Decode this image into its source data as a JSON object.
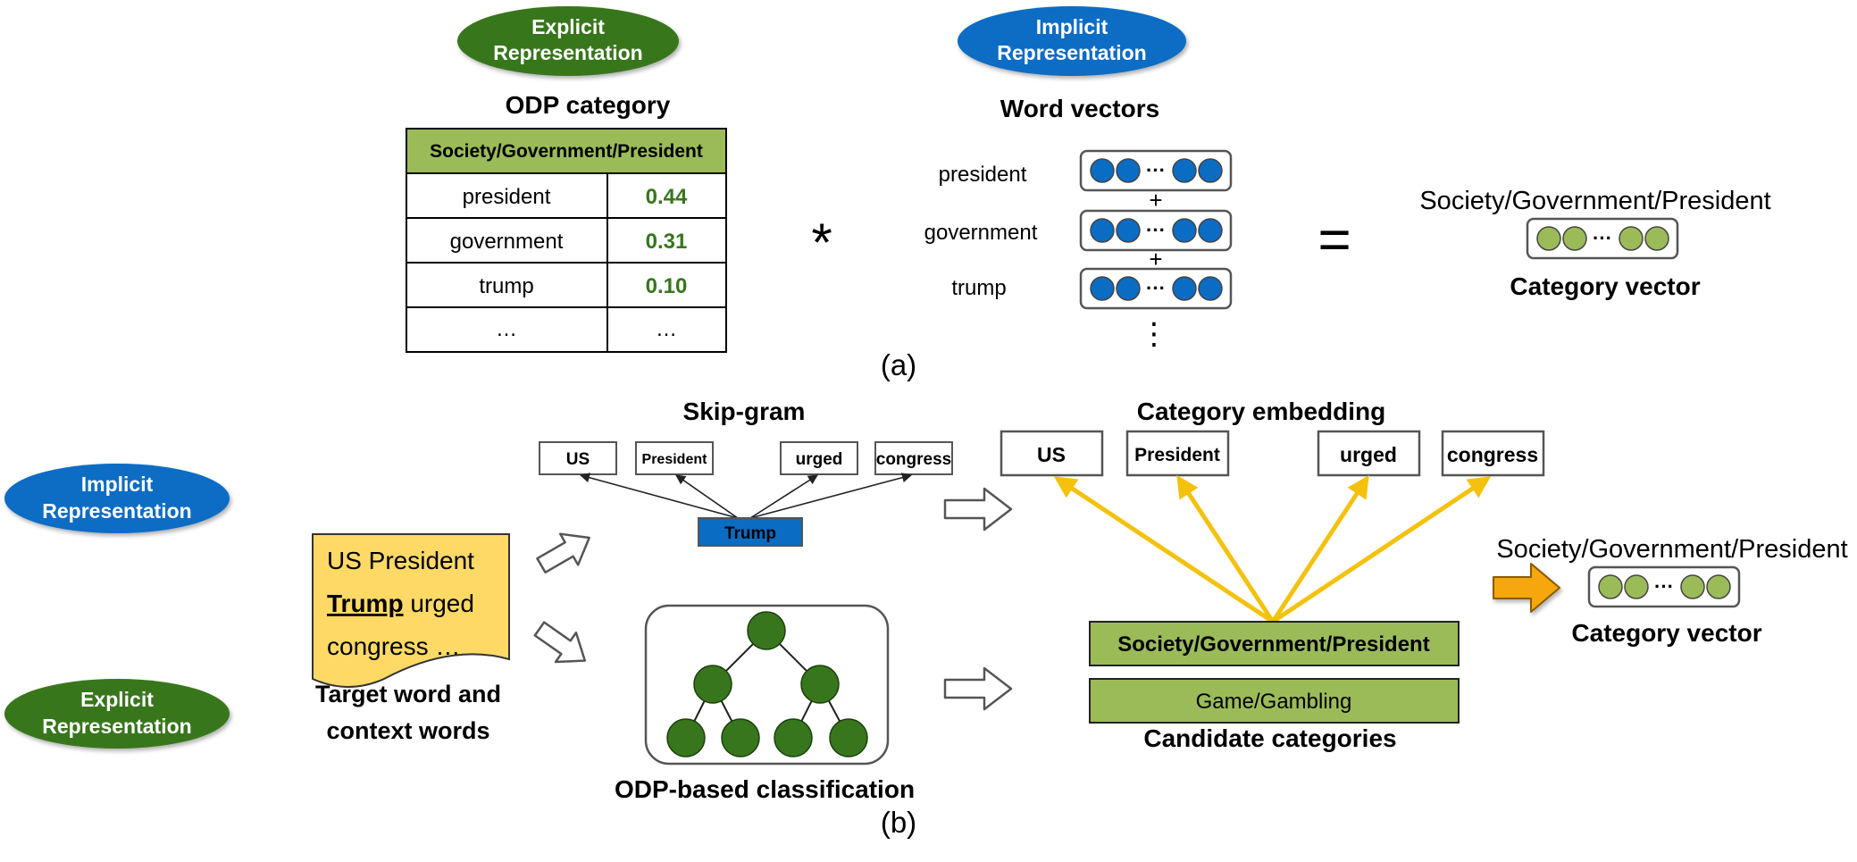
{
  "colors": {
    "green_dark": "#38761d",
    "green_light": "#9bbb59",
    "blue": "#0b6cc4",
    "yellow_doc": "#ffd966",
    "arrow_yellow": "#f4c20d",
    "arrow_orange": "#f5a70a",
    "value_green": "#38761d"
  },
  "part_a": {
    "badge_explicit": [
      "Explicit",
      "Representation"
    ],
    "badge_implicit": [
      "Implicit",
      "Representation"
    ],
    "odp_title": "ODP category",
    "table": {
      "header": "Society/Government/President",
      "rows": [
        {
          "word": "president",
          "weight": "0.44"
        },
        {
          "word": "government",
          "weight": "0.31"
        },
        {
          "word": "trump",
          "weight": "0.10"
        },
        {
          "word": "…",
          "weight": "…"
        }
      ]
    },
    "multiply_sign": "*",
    "word_vectors_title": "Word vectors",
    "vector_words": [
      "president",
      "government",
      "trump"
    ],
    "plus_sign": "+",
    "vertical_dots": "⋮",
    "equals_sign": "=",
    "result_category": "Society/Government/President",
    "result_label": "Category vector",
    "caption": "(a)",
    "vector_ellipsis": "···"
  },
  "part_b": {
    "badge_implicit": [
      "Implicit",
      "Representation"
    ],
    "badge_explicit": [
      "Explicit",
      "Representation"
    ],
    "doc_lines": [
      "US President",
      "Trump",
      " urged",
      "congress …"
    ],
    "doc_label": [
      "Target word and",
      "context words"
    ],
    "skipgram_title": "Skip-gram",
    "skipgram_words": [
      "US",
      "President",
      "urged",
      "congress"
    ],
    "skipgram_center": "Trump",
    "classification_label": "ODP-based classification",
    "embedding_title": "Category embedding",
    "embedding_words": [
      "US",
      "President",
      "urged",
      "congress"
    ],
    "candidates": [
      "Society/Government/President",
      "Game/Gambling"
    ],
    "candidates_label": "Candidate categories",
    "result_category": "Society/Government/President",
    "result_label": "Category vector",
    "caption": "(b)",
    "vector_ellipsis": "···"
  }
}
